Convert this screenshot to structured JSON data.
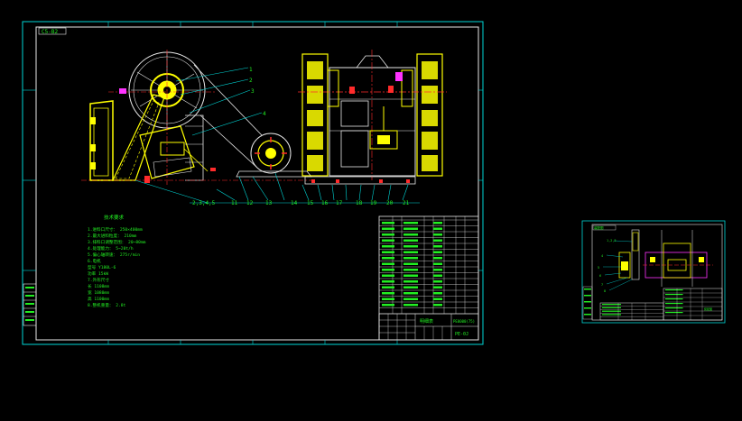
{
  "main_sheet": {
    "tag": "C5-B2",
    "drawing_number": "PE-0J",
    "title_cell": "PE0000(75)",
    "table_heading": "明细表",
    "tech_title": "技术要求",
    "tech_lines": [
      "1.进料口尺寸： 250×400mm",
      "2.最大进料粒度：   210mm",
      "3.排料口调整范围： 20~80mm",
      "4.处理能力：         5~20t/h",
      "5.偏心轴转速：      275r/min",
      "6.电机",
      "     型号          Y180L-6",
      "     功率            15kW",
      "7.外形尺寸",
      "            长     1108mm",
      "            宽     1080mm",
      "            高     1100mm",
      "8.整机重量：       2.8t"
    ],
    "callouts_left": [
      "2,3,4,5",
      "11",
      "12",
      "13"
    ],
    "callouts_right": [
      "14",
      "15",
      "16",
      "17",
      "18",
      "19",
      "20",
      "21"
    ],
    "callouts_top": [
      "1",
      "2",
      "3",
      "4"
    ]
  },
  "mini_sheet": {
    "tag": "装配图",
    "title_cell": "装配图",
    "callouts": [
      "1,2,3",
      "4",
      "5",
      "6",
      "7",
      "8"
    ]
  }
}
